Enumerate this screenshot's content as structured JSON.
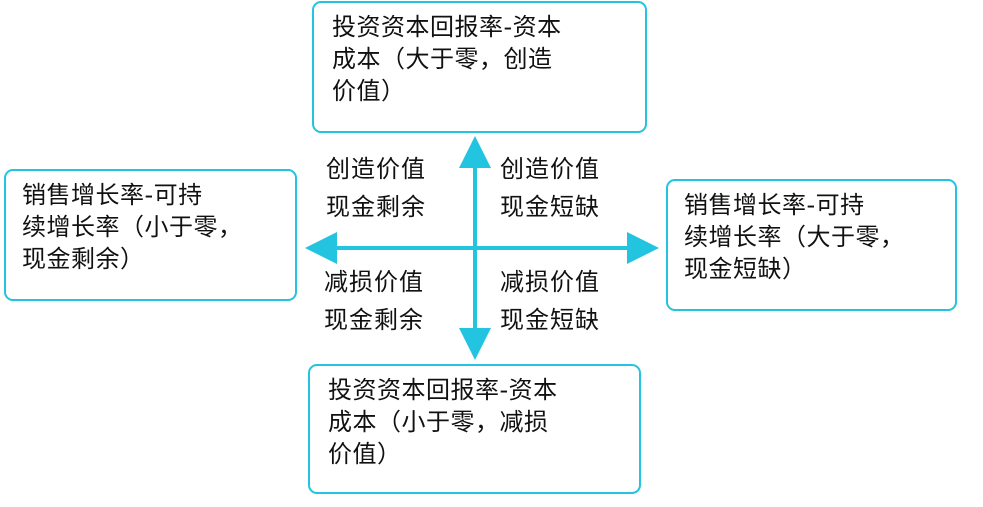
{
  "nodes": {
    "top": {
      "lines": [
        "投资资本回报率-资本",
        "成本（大于零，创造",
        "价值）"
      ]
    },
    "bottom": {
      "lines": [
        "投资资本回报率-资本",
        "成本（小于零，减损",
        "价值）"
      ]
    },
    "left": {
      "lines": [
        "销售增长率-可持",
        "续增长率（小于零，",
        "现金剩余）"
      ]
    },
    "right": {
      "lines": [
        "销售增长率-可持",
        "续增长率（大于零，",
        "现金短缺）"
      ]
    }
  },
  "quadrants": {
    "top_left": {
      "lines": [
        "创造价值",
        "现金剩余"
      ]
    },
    "top_right": {
      "lines": [
        "创造价值",
        "现金短缺"
      ]
    },
    "bottom_left": {
      "lines": [
        "减损价值",
        "现金剩余"
      ]
    },
    "bottom_right": {
      "lines": [
        "减损价值",
        "现金短缺"
      ]
    }
  },
  "colors": {
    "accent": "#22c4df",
    "text": "#111111",
    "background": "#ffffff"
  }
}
